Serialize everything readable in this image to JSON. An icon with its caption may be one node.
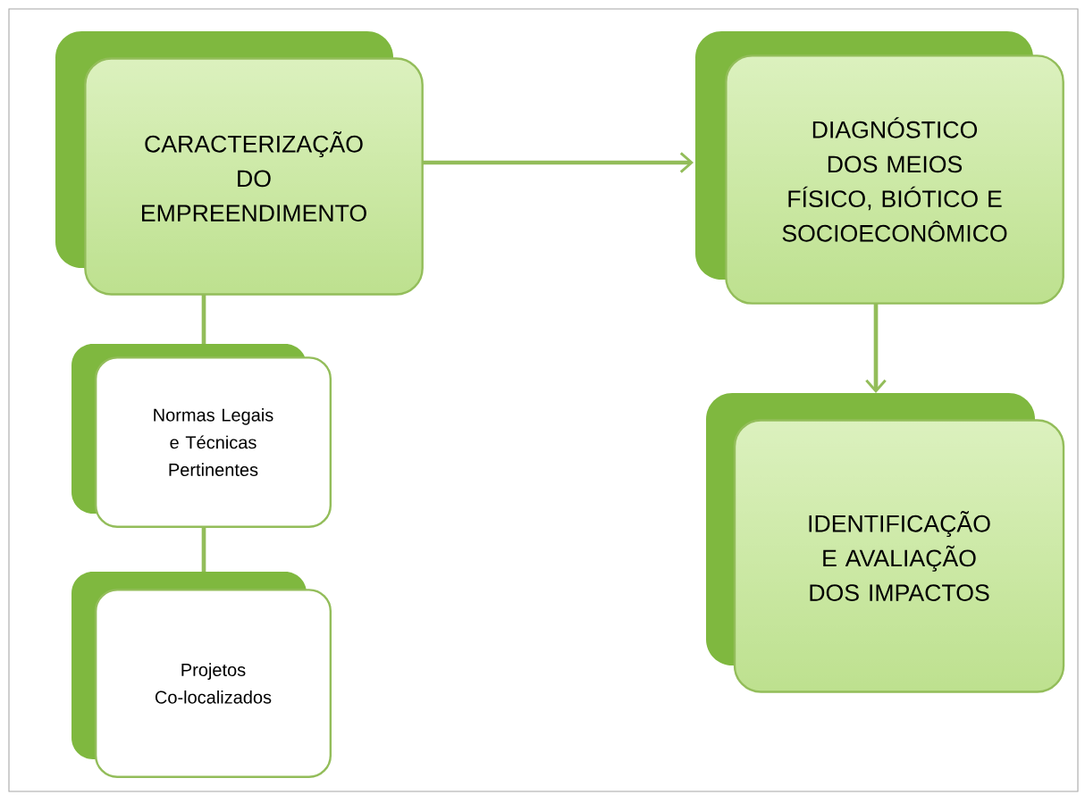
{
  "diagram": {
    "nodes": [
      {
        "text": [
          "CARACTERIZAÇÃO DO EMPREENDIMENTO"
        ]
      },
      {
        "text": [
          "DIAGNÓSTICO DOS MEIOS FÍSICO, BIÓTICO E SOCIOECONÔMICO"
        ]
      },
      {
        "text": [
          "IDENTIFICAÇÃO E AVALIAÇÃO DOS IMPACTOS"
        ]
      },
      {
        "text": [
          "Normas Legais e Técnicas Pertinentes"
        ]
      },
      {
        "text": [
          "Projetos Co-localizados"
        ]
      }
    ],
    "edges": [
      {
        "from": 0,
        "to": 1,
        "arrow": "to"
      },
      {
        "from": 1,
        "to": 2,
        "arrow": "to"
      },
      {
        "from": 0,
        "to": 3,
        "arrow": "none"
      },
      {
        "from": 3,
        "to": 4,
        "arrow": "none"
      }
    ]
  }
}
